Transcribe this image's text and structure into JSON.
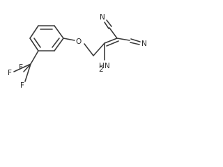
{
  "structure": {
    "atoms": {
      "oxygen": "O",
      "fluorine_top": "F",
      "fluorine_left": "F",
      "fluorine_bottom": "F",
      "nitrogen_top": "N",
      "nitrogen_right": "N",
      "amino_n": "N",
      "amino_h": "H",
      "amino_sub": "2"
    }
  }
}
